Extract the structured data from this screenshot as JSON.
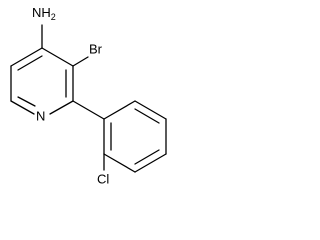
{
  "molecule": {
    "atoms": {
      "amine": {
        "main": "NH",
        "sub": "2"
      },
      "bromine": "Br",
      "ring_nitrogen": "N",
      "chlorine": "Cl"
    },
    "colors": {
      "bond": "#000000",
      "label": "#000000",
      "background": "#ffffff"
    }
  }
}
